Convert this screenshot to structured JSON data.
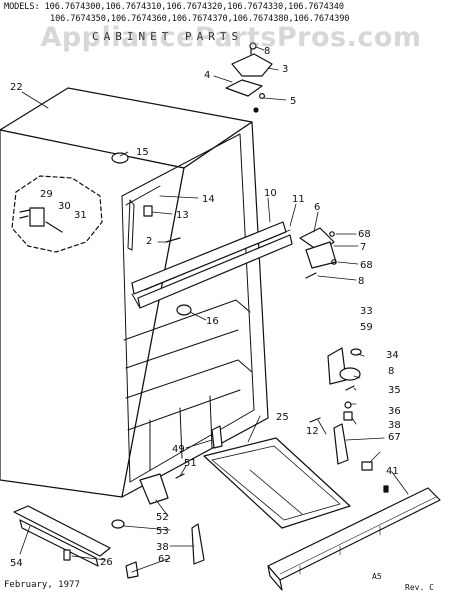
{
  "header": {
    "models_line1": "MODELS: 106.7674300,106.7674310,106.7674320,106.7674330,106.7674340",
    "models_line2": "106.7674350,106.7674360,106.7674370,106.7674380,106.7674390",
    "subtitle": "CABINET PARTS"
  },
  "watermark": "AppliancePartsPros.com",
  "parts": {
    "p2": "2",
    "p3": "3",
    "p4": "4",
    "p5": "5",
    "p6": "6",
    "p7": "7",
    "p8a": "8",
    "p8b": "8",
    "p8c": "8",
    "p10": "10",
    "p11": "11",
    "p12": "12",
    "p13": "13",
    "p14": "14",
    "p15": "15",
    "p16": "16",
    "p22": "22",
    "p25": "25",
    "p26": "26",
    "p29": "29",
    "p30": "30",
    "p31": "31",
    "p33": "33",
    "p34": "34",
    "p35": "35",
    "p36": "36",
    "p38a": "38",
    "p38b": "38",
    "p41": "41",
    "p49": "49",
    "p51": "51",
    "p52": "52",
    "p53": "53",
    "p54": "54",
    "p59": "59",
    "p62": "62",
    "p67": "67",
    "p68a": "68",
    "p68b": "68"
  },
  "footer": {
    "date": "February, 1977",
    "code": "A5",
    "rev": "Rev. C"
  }
}
